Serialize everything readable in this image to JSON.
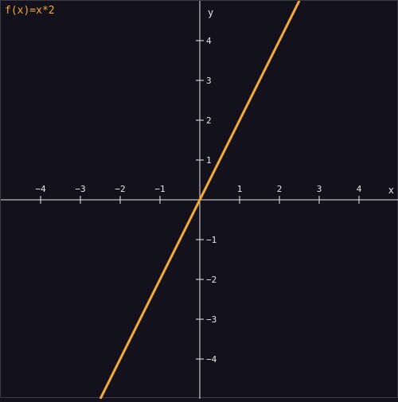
{
  "formula_label": "f(x)=x*2",
  "colors": {
    "background": "#13121c",
    "axis": "#e6e6e6",
    "tick_label": "#e6e6e6",
    "series": "#f5a93a",
    "formula": "#f5a93a"
  },
  "chart_data": {
    "type": "line",
    "title": "",
    "xlabel": "x",
    "ylabel": "y",
    "xlim": [
      -5,
      5
    ],
    "ylim": [
      -5,
      5
    ],
    "grid": false,
    "x_ticks": [
      -4,
      -3,
      -2,
      -1,
      1,
      2,
      3,
      4
    ],
    "y_ticks": [
      4,
      3,
      2,
      1,
      -1,
      -2,
      -3,
      -4
    ],
    "x_tick_labels": [
      "−4",
      "−3",
      "−2",
      "−1",
      "1",
      "2",
      "3",
      "4"
    ],
    "y_tick_labels": [
      "4",
      "3",
      "2",
      "1",
      "−1",
      "−2",
      "−3",
      "−4"
    ],
    "series": [
      {
        "name": "f(x)=x*2",
        "slope": 2,
        "intercept": 0,
        "x": [
          -2.5,
          2.5
        ],
        "y": [
          -5,
          5
        ]
      }
    ]
  }
}
